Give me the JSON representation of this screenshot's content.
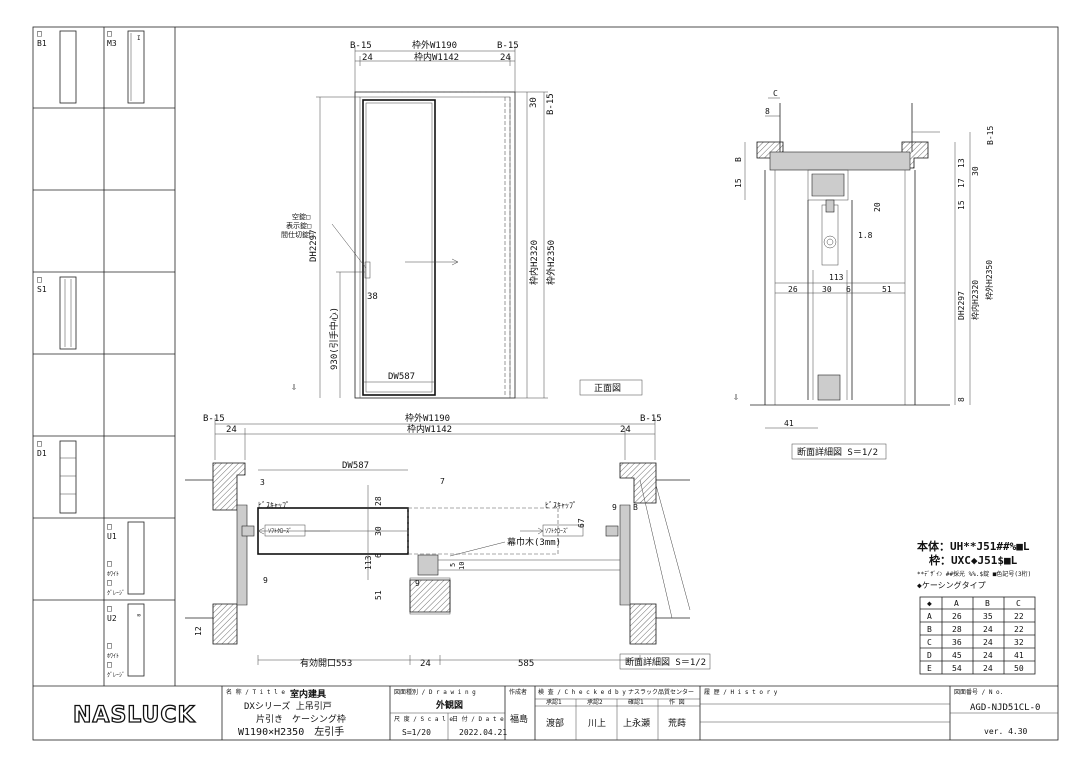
{
  "panels": {
    "B1": {
      "box": "□",
      "code": "B1"
    },
    "M3": {
      "box": "□",
      "code": "M3",
      "mark": "I"
    },
    "S1": {
      "box": "□",
      "code": "S1"
    },
    "D1": {
      "box": "□",
      "code": "D1"
    },
    "U1": {
      "box": "□",
      "code": "U1",
      "c1_box": "□",
      "c1": "ﾎﾜｲﾄ",
      "c2_box": "□",
      "c2": "ｸﾞﾚｰｼﾞ"
    },
    "U2": {
      "box": "□",
      "code": "U2",
      "mark": "∞",
      "c1_box": "□",
      "c1": "ﾎﾜｲﾄ",
      "c2_box": "□",
      "c2": "ｸﾞﾚｰｼﾞ"
    }
  },
  "front": {
    "b15_left": "B-15",
    "b15_right": "B-15",
    "b15_side": "B-15",
    "outer_w": "枠外W1190",
    "inner_w": "枠内W1142",
    "d24_left": "24",
    "d24_right": "24",
    "d30": "30",
    "dh": "DH2297",
    "inner_h": "枠内H2320",
    "outer_h": "枠外H2350",
    "lock1": "空錠□",
    "lock2": "表示錠□",
    "lock3": "間仕切錠□",
    "d38": "38",
    "handle_h": "930(引手中心)",
    "dw": "DW587",
    "view_label": "正面図"
  },
  "plan": {
    "b15_left": "B-15",
    "b15_right": "B-15",
    "outer_w": "枠外W1190",
    "inner_w": "枠内W1142",
    "d24_left": "24",
    "d24_right": "24",
    "dw": "DW587",
    "d3": "3",
    "d7": "7",
    "screw_left": "ﾋﾞｽｷｬｯﾌﾟ",
    "screw_right": "ﾋﾞｽｷｬｯﾌﾟ",
    "soft_left": "ｿﾌﾄｸﾛｰｽﾞ",
    "soft_right": "ｿﾌﾄｸﾛｰｽﾞ",
    "d28": "28",
    "d30": "30",
    "d6": "6",
    "d113": "113",
    "d51": "51",
    "d9a": "9",
    "d9b": "9",
    "d9c": "9",
    "dB": "B",
    "d67": "67",
    "d5": "5",
    "d10": "10",
    "d12": "12",
    "skirt": "幕巾木(3mm)",
    "opening": "有効開口553",
    "d24_bottom": "24",
    "d585": "585",
    "view_label": "断面詳細図 S＝1/2"
  },
  "section": {
    "c": "C",
    "d8": "8",
    "dB": "B",
    "d15": "15",
    "d20": "20",
    "d1_8": "1.8",
    "d113": "113",
    "d26": "26",
    "d30": "30",
    "d6": "6",
    "d51": "51",
    "d13": "13",
    "d17": "17",
    "d30b": "30",
    "d15b": "15",
    "b15": "B-15",
    "dh": "DH2297",
    "inner_h": "枠内H2320",
    "outer_h": "枠外H2350",
    "d8b": "8",
    "d41": "41",
    "view_label": "断面詳細図 S＝1/2"
  },
  "spec": {
    "body": "本体：UH**J51##%■L",
    "frame": "枠：UXC◆J51$■L",
    "note": "**ﾃﾞｻﾞｲﾝ ##採光 %%.$錠 ■色記号(3桁)",
    "casing": "◆ケーシングタイプ",
    "headers": [
      "◆",
      "A",
      "B",
      "C"
    ],
    "rows": [
      [
        "A",
        "26",
        "35",
        "22"
      ],
      [
        "B",
        "28",
        "24",
        "22"
      ],
      [
        "C",
        "36",
        "24",
        "32"
      ],
      [
        "D",
        "45",
        "24",
        "41"
      ],
      [
        "E",
        "54",
        "24",
        "50"
      ]
    ]
  },
  "title_block": {
    "logo": "NASLUCK",
    "name_label": "名 称 / T i t l e",
    "name1": "室内建具",
    "name2": "DXシリーズ 上吊引戸",
    "name3": "片引き　ケーシング枠",
    "name4": "W1190×H2350　左引手",
    "drawing_label": "図面種別 / D r a w i n g",
    "drawing": "外観図",
    "scale_label": "尺 度 / S c a l e",
    "scale": "S=1/20",
    "date_label": "日 付 / D a t e",
    "date": "2022.04.21",
    "author_label": "作成者",
    "author": "福島",
    "check_label": "検 査 / C h e c k e d  b y",
    "check_sub": "ナスラック品質センター",
    "role1": "承認1",
    "role2": "承認2",
    "role3": "確認1",
    "role4": "作 図",
    "sign1": "渡部",
    "sign2": "川上",
    "sign3": "上永瀬",
    "sign4": "荒蒔",
    "history_label": "履 歴 / H i s t o r y",
    "no_label": "図面番号 / N o.",
    "number": "AGD-NJD51CL-0",
    "version": "ver. 4.30"
  }
}
